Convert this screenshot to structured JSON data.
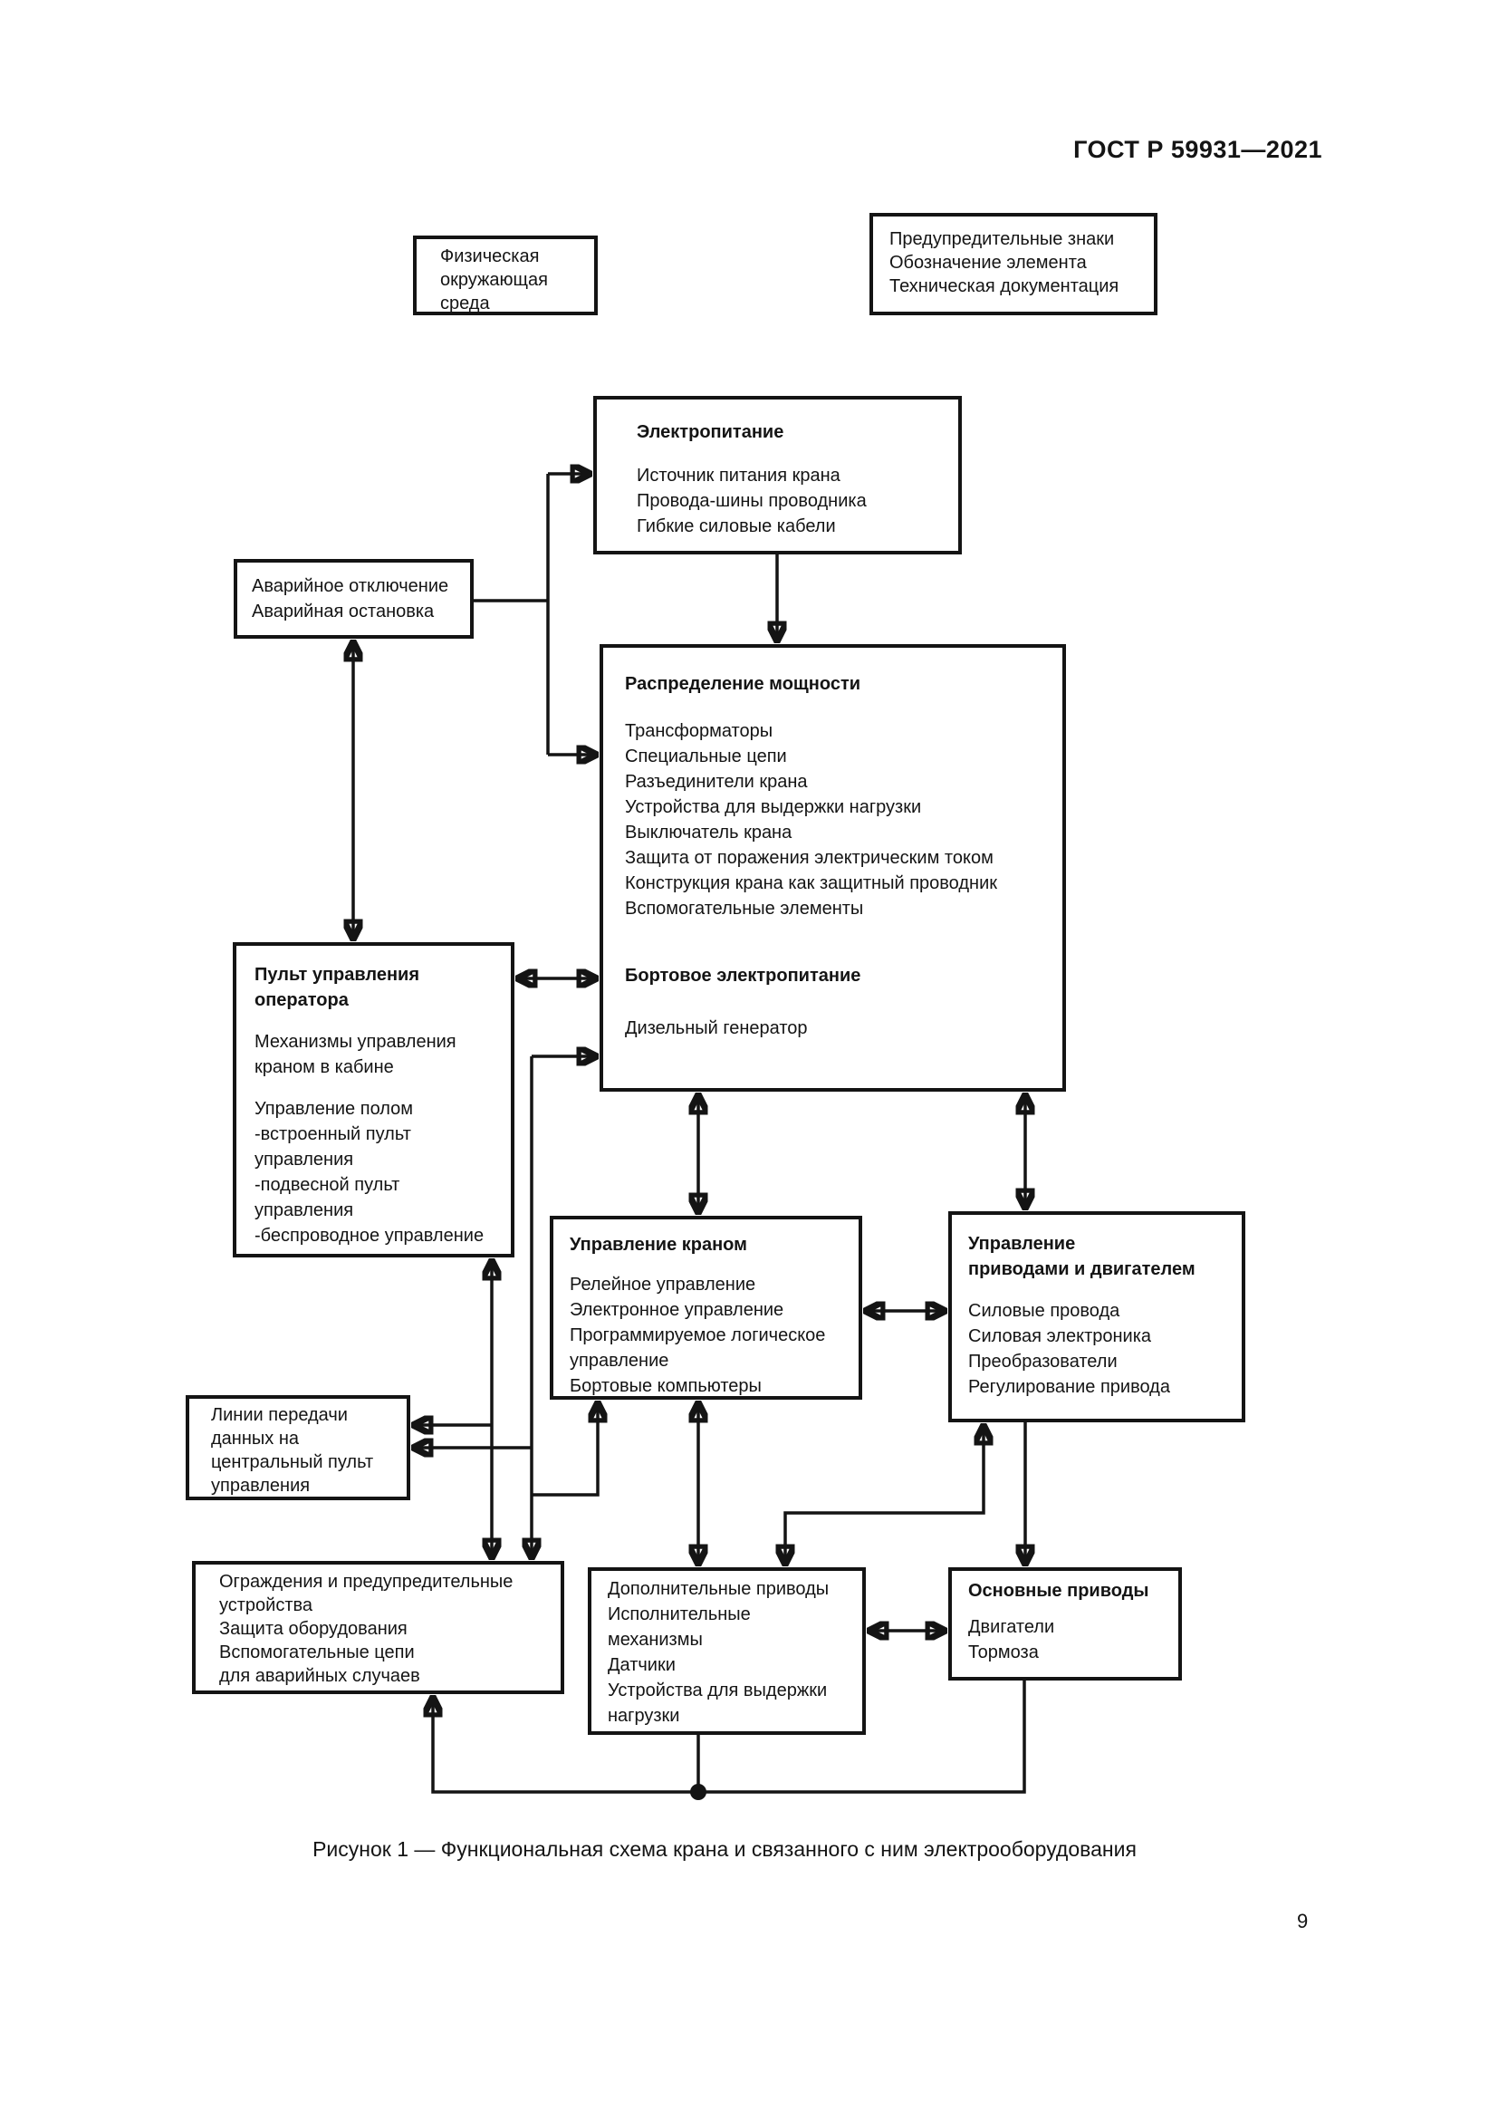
{
  "page": {
    "header": "ГОСТ Р 59931—2021",
    "caption": "Рисунок 1 — Функциональная схема крана и связанного с ним электрооборудования",
    "page_number": "9"
  },
  "colors": {
    "ink": "#141414",
    "paper": "#ffffff"
  },
  "boxes": {
    "physical_env": {
      "lines": [
        "Физическая",
        "окружающая",
        "среда"
      ]
    },
    "warning_signs": {
      "lines": [
        "Предупредительные знаки",
        "Обозначение элемента",
        "Техническая документация"
      ]
    },
    "power_supply": {
      "title": "Электропитание",
      "lines": [
        "Источник питания крана",
        "Провода-шины проводника",
        "Гибкие силовые кабели"
      ]
    },
    "emergency": {
      "lines": [
        "Аварийное отключение",
        "Аварийная остановка"
      ]
    },
    "power_distribution": {
      "title": "Распределение мощности",
      "lines": [
        "Трансформаторы",
        "Специальные цепи",
        "Разъединители крана",
        "Устройства для выдержки нагрузки",
        "Выключатель крана",
        "Защита от поражения электрическим током",
        "Конструкция крана как защитный проводник",
        "Вспомогательные элементы"
      ],
      "subtitle": "Бортовое электропитание",
      "sub_lines": [
        "Дизельный генератор"
      ]
    },
    "operator_console": {
      "title_lines": [
        "Пульт управления",
        "оператора"
      ],
      "lines": [
        "Механизмы управления",
        "краном в кабине"
      ],
      "lines2": [
        "Управление полом",
        "-встроенный пульт",
        "управления",
        "-подвесной пульт",
        "управления",
        "-беспроводное управление"
      ]
    },
    "crane_control": {
      "title": "Управление краном",
      "lines": [
        "Релейное управление",
        "Электронное управление",
        "Программируемое логическое",
        "управление",
        "Бортовые компьютеры"
      ]
    },
    "drive_motor_control": {
      "title_lines": [
        "Управление",
        "приводами и двигателем"
      ],
      "lines": [
        "Силовые провода",
        "Силовая электроника",
        "Преобразователи",
        "Регулирование привода"
      ]
    },
    "data_lines": {
      "lines": [
        "Линии передачи",
        "данных на",
        "центральный пульт",
        "управления"
      ]
    },
    "guards": {
      "lines": [
        "Ограждения и предупредительные",
        "устройства",
        "Защита оборудования",
        "Вспомогательные цепи",
        "для аварийных случаев"
      ]
    },
    "additional_drives": {
      "lines": [
        "Дополнительные приводы",
        "Исполнительные",
        "механизмы",
        "Датчики",
        "Устройства для выдержки",
        "нагрузки"
      ]
    },
    "main_drives": {
      "title": "Основные приводы",
      "lines": [
        "Двигатели",
        "Тормоза"
      ]
    }
  }
}
